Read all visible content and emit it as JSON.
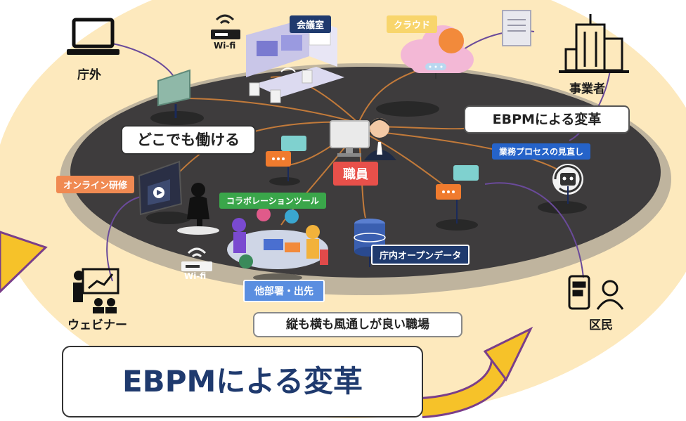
{
  "labels": {
    "chougai": "庁外",
    "jigyousha": "事業者",
    "webinar": "ウェビナー",
    "kumin": "区民",
    "wifi_top": "Wi-fi",
    "wifi_bottom": "Wi-fi",
    "kaigishitsu": "会議室",
    "cloud": "クラウド",
    "dokodemo": "どこでも働ける",
    "ebpm_small": "EBPMによる変革",
    "gyoumu": "業務プロセスの見直し",
    "shokuin": "職員",
    "online": "オンライン研修",
    "collab": "コラボレーションツール",
    "opendata": "庁内オープンデータ",
    "tabusho": "他部署・出先",
    "kaze": "縦も横も風通しが良い職場",
    "ebpm_big": "EBPMによる変革"
  },
  "colors": {
    "cream": "#fde9bd",
    "plaza": "#3e3c3d",
    "rim": "#bfb49e",
    "accent_purple": "#5a3e8a",
    "arrow_yellow": "#f6c229",
    "tag_navy": "#1f3a6e",
    "tag_orange": "#f08a52",
    "tag_red": "#e8504a",
    "tag_green": "#3aa64a",
    "tag_blue": "#2563c9",
    "cloud_pink": "#f3b8d6",
    "cloud_tag": "#f8d56c"
  }
}
